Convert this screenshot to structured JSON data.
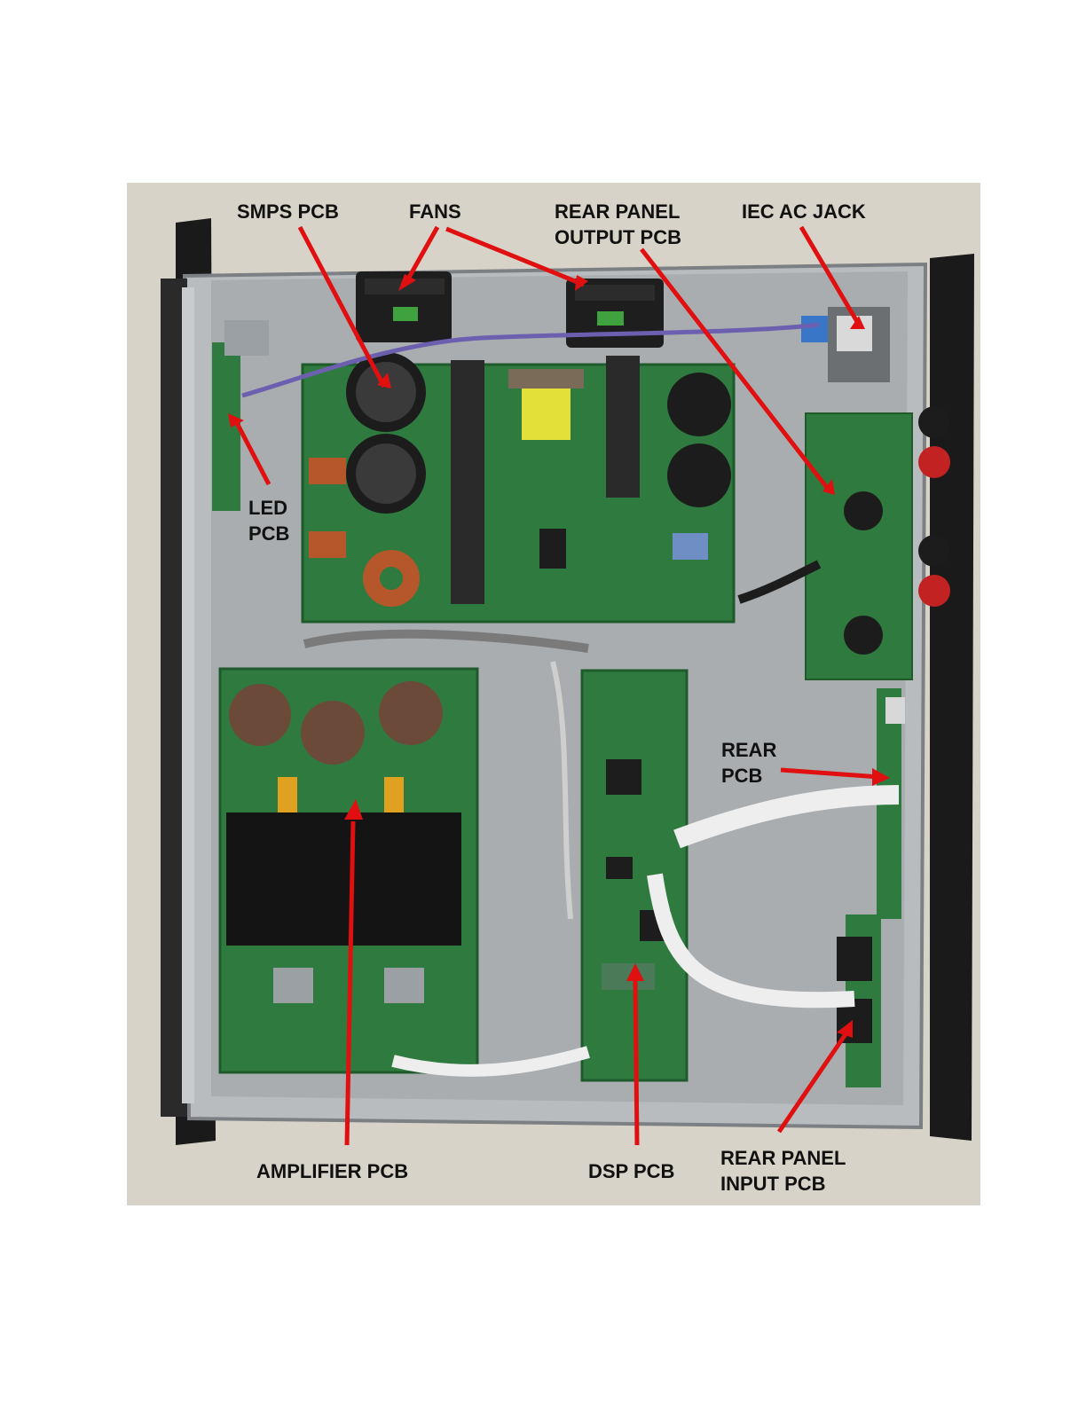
{
  "colors": {
    "background": "#ffffff",
    "tabletop": "#d8d3c8",
    "chassis": "#b8bcbf",
    "pcb_green": "#2f7a3f",
    "arrow_red": "#e01010",
    "label_text": "#111111"
  },
  "callouts": {
    "smps": [
      "SMPS PCB"
    ],
    "fans": [
      "FANS"
    ],
    "rear_output": [
      "REAR PANEL",
      "OUTPUT PCB"
    ],
    "iec": [
      "IEC AC JACK"
    ],
    "led": [
      "LED",
      "PCB"
    ],
    "rear": [
      "REAR",
      "PCB"
    ],
    "amplifier": [
      "AMPLIFIER PCB"
    ],
    "dsp": [
      "DSP PCB"
    ],
    "rear_input": [
      "REAR PANEL",
      "INPUT PCB"
    ]
  }
}
